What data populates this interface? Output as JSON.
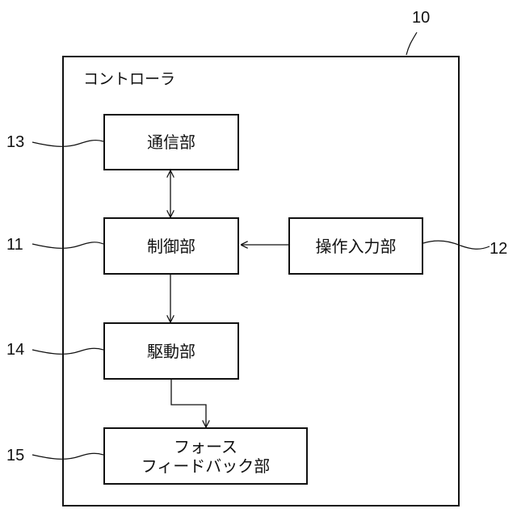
{
  "diagram": {
    "outer": {
      "ref": "10",
      "title": "コントローラ"
    },
    "blocks": [
      {
        "ref": "13",
        "label": "通信部"
      },
      {
        "ref": "11",
        "label": "制御部"
      },
      {
        "ref": "12",
        "label": "操作入力部"
      },
      {
        "ref": "14",
        "label": "駆動部"
      },
      {
        "ref": "15",
        "label_line1": "フォース",
        "label_line2": "フィードバック部"
      }
    ],
    "connections": [
      {
        "from": "通信部",
        "to": "制御部",
        "direction": "both"
      },
      {
        "from": "操作入力部",
        "to": "制御部",
        "direction": "forward"
      },
      {
        "from": "制御部",
        "to": "駆動部",
        "direction": "forward"
      },
      {
        "from": "駆動部",
        "to": "フォース フィードバック部",
        "direction": "forward"
      }
    ]
  }
}
